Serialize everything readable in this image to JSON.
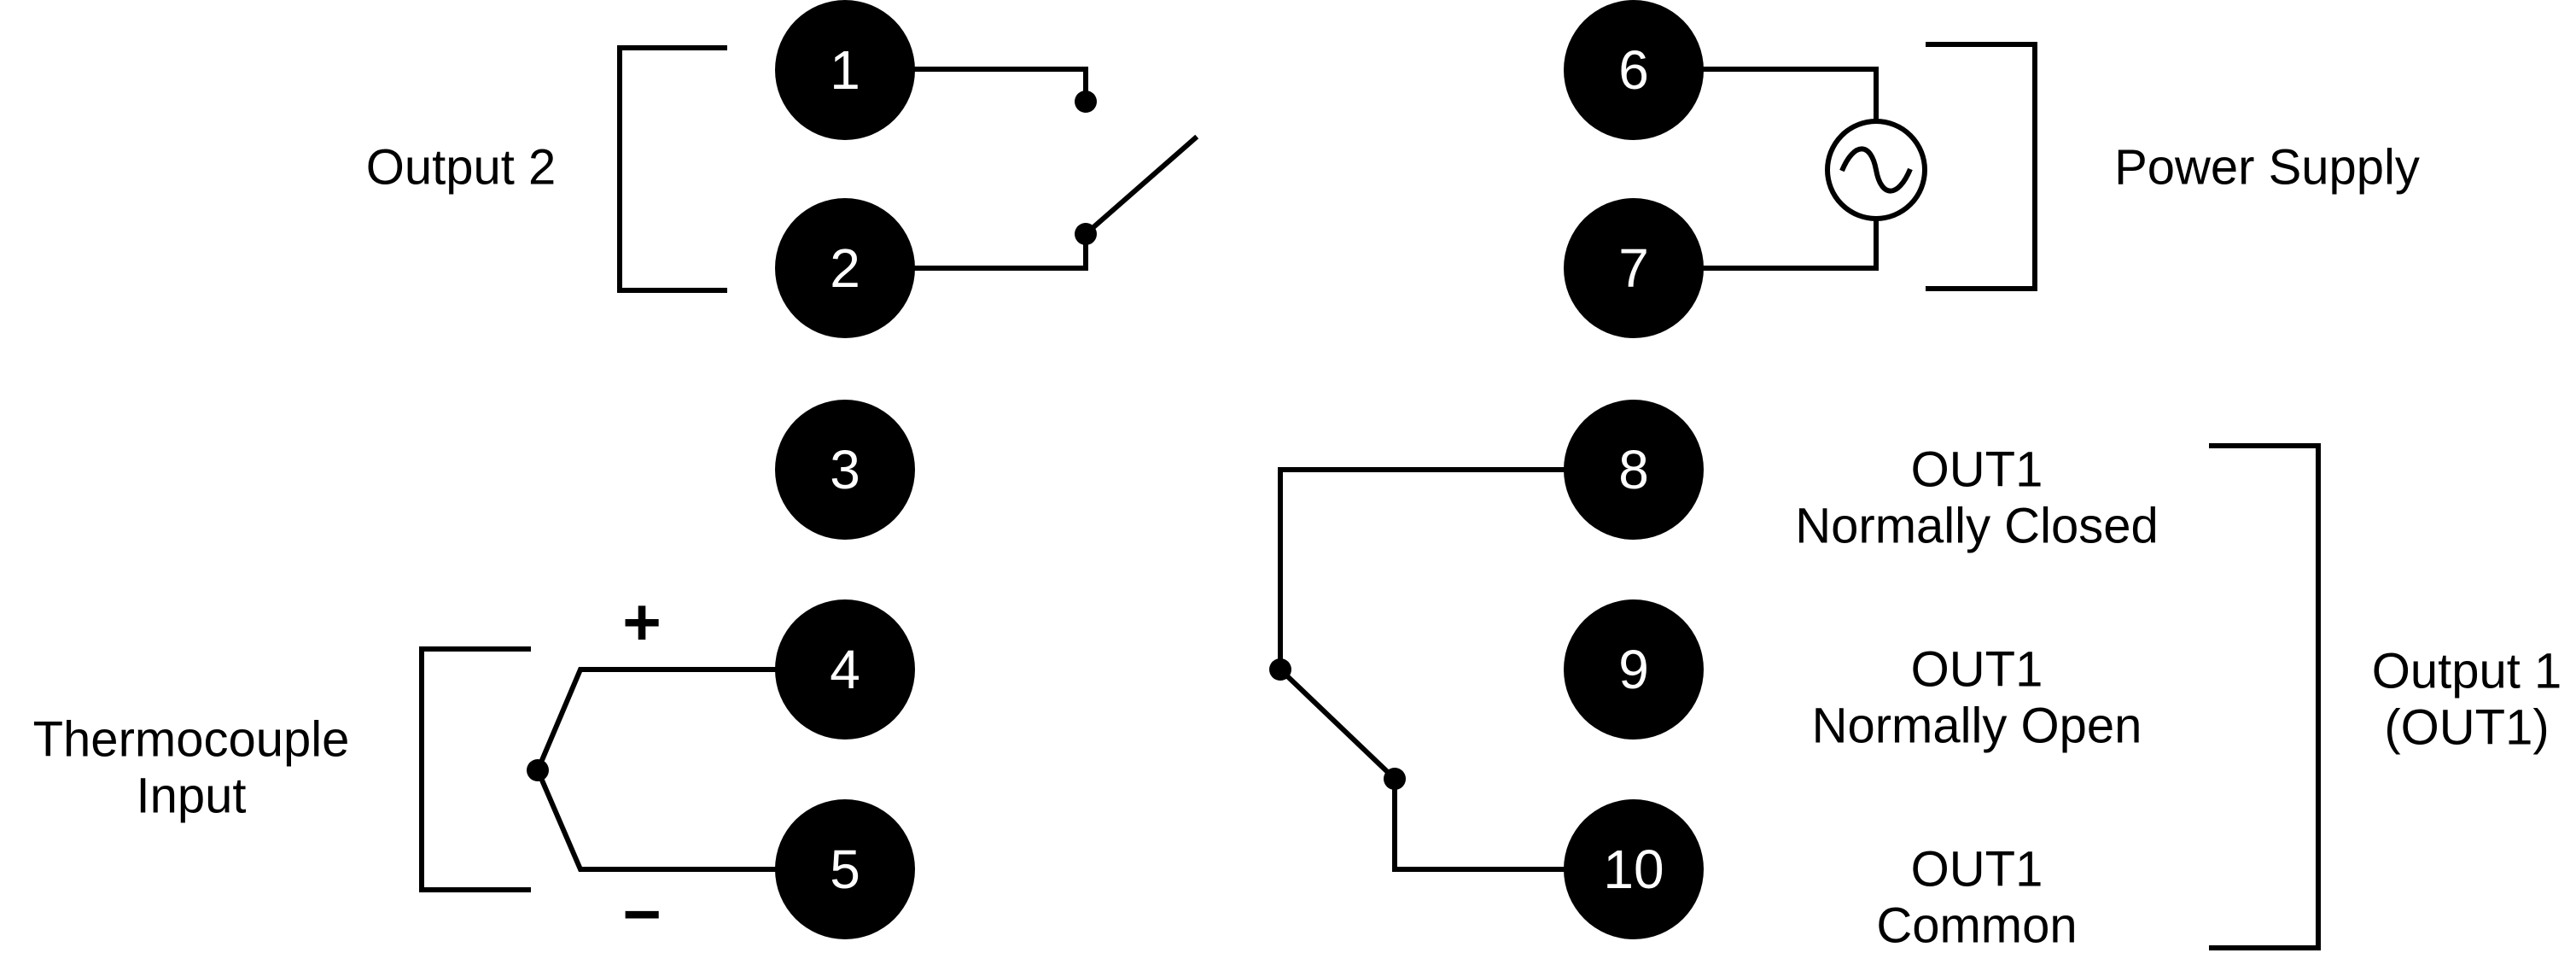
{
  "terminals": [
    "1",
    "2",
    "3",
    "4",
    "5",
    "6",
    "7",
    "8",
    "9",
    "10"
  ],
  "labels": {
    "output2": "Output 2",
    "power_supply": "Power Supply",
    "thermocouple_line1": "Thermocouple",
    "thermocouple_line2": "Input",
    "out1_nc_line1": "OUT1",
    "out1_nc_line2": "Normally Closed",
    "out1_no_line1": "OUT1",
    "out1_no_line2": "Normally Open",
    "out1_com_line1": "OUT1",
    "out1_com_line2": "Common",
    "output1_line1": "Output 1",
    "output1_line2": "(OUT1)"
  },
  "signs": {
    "plus": "+",
    "minus": "−"
  },
  "icons": {
    "power_source": "ac-source-icon"
  },
  "colors": {
    "ink": "#000000",
    "background": "#ffffff"
  }
}
